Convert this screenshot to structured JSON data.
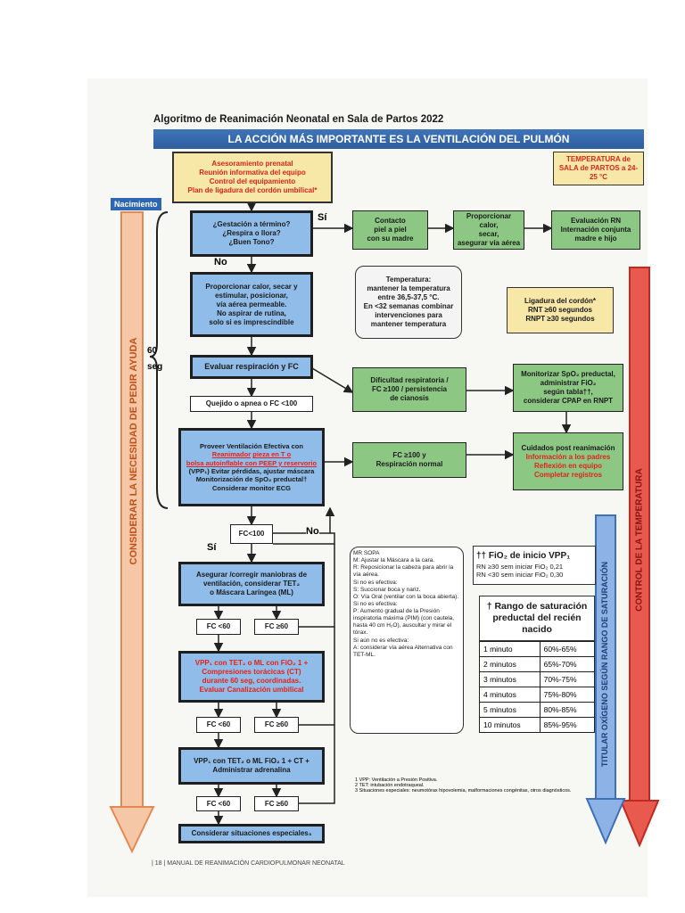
{
  "title": "Algoritmo de Reanimación Neonatal en Sala de Partos 2022",
  "banner": "LA ACCIÓN MÁS IMPORTANTE ES LA VENTILACIÓN DEL PULMÓN",
  "prenatal": [
    "Asesoramiento prenatal",
    "Reunión informativa del equipo",
    "Control del equipamiento",
    "Plan de ligadura del cordón umbilical*"
  ],
  "temp_sala": "TEMPERATURA de SALA de PARTOS a 24-25 °C",
  "nacimiento": "Nacimiento",
  "q1": "¿Gestación a término?\n¿Respira o llora?\n¿Buen Tono?",
  "si": "Sí",
  "no": "No",
  "contacto": "Contacto\npiel a piel\ncon su madre",
  "proporcionar_calor": "Proporcionar calor,\nsecar,\nasegurar vía aérea",
  "evaluacion_rn": "Evaluación RN\nInternación conjunta\nmadre e hijo",
  "step2": "Proporcionar calor, secar y\nestimular, posicionar,\nvía aérea permeable.\nNo aspirar de rutina,\nsolo si es imprescindible",
  "temperatura_box": "Temperatura:\nmantener la temperatura\nentre 36,5-37,5 °C.\nEn <32 semanas combinar\nintervenciones para\nmantener temperatura",
  "ligadura": "Ligadura del cordón*\nRNT ≥60 segundos\nRNPT ≥30 segundos",
  "sixty": "60",
  "seg": "seg",
  "evaluar": "Evaluar respiración y FC",
  "dificultad": "Dificultad respiratoria /\nFC ≥100 / persistencia\nde cianosis",
  "monitorizar": "Monitorizar SpO₂ preductal,\nadministrar FiO₂\nsegún tabla††,\nconsiderar CPAP en RNPT",
  "quejido": "Quejido o apnea o FC <100",
  "vpp_title": "Proveer Ventilación Efectiva con",
  "vpp_reanimador": "Reanimador",
  "vpp_pieza": "pieza en T o",
  "vpp_bolsa": "bolsa autoinflable con PEEP y reservorio",
  "vpp_rest": "(VPP₁) Evitar pérdidas, ajustar máscara\nMonitorización de SpO₂ preductal†\nConsiderar monitor ECG",
  "fc100_normal": "FC ≥100 y\nRespiración normal",
  "cuidados_title": "Cuidados post reanimación",
  "cuidados_red": "Información a los padres\nReflexión en equipo\nCompletar registros",
  "fc_lt100": "FC<100",
  "asegurar": "Asegurar /corregir maniobras de\nventilación, considerar TET₂\no Máscara Laríngea (ML)",
  "fc_lt60": "FC <60",
  "fc_ge60": "FC ≥60",
  "vpp_ct": "VPP₁ con TET₂ o ML con FiO₂ 1 +\nCompresiones torácicas (CT)\ndurante 60 seg, coordinadas.\nEvaluar Canalización umbilical",
  "vpp_adrenalina": "VPP₁ con TET₂ o ML FiO₂ 1 + CT +\nAdministrar adrenalina",
  "situaciones": "Considerar situaciones especiales₃",
  "mr_sopa": "MR SOPA\nM: Ajustar la Máscara a la cara.\nR: Reposicionar la cabeza para abrir la vía aérea.\nSi no es efectiva:\nS: Succionar boca y nariz.\nO: Vía Oral (ventilar con la boca abierta).\nSi no es efectiva:\nP: Aumento gradual de la Presión inspiratoria máxima (PIM) (con cautela, hasta 40 cm H₂O), auscultar y mirar el tórax.\nSi aún no es efectiva:\nA: considerar vía aérea Alternativa con TET-ML.",
  "fio2_title": "†† FiO₂ de inicio VPP₁",
  "fio2_lines": "RN ≥30 sem iniciar FiO₂ 0,21\nRN <30 sem iniciar FiO₂ 0,30",
  "sat_title": "† Rango de saturación preductal del recién nacido",
  "sat_rows": [
    [
      "1 minuto",
      "60%-65%"
    ],
    [
      "2 minutos",
      "65%-70%"
    ],
    [
      "3 minutos",
      "70%-75%"
    ],
    [
      "4 minutos",
      "75%-80%"
    ],
    [
      "5 minutos",
      "80%-85%"
    ],
    [
      "10 minutos",
      "85%-95%"
    ]
  ],
  "footnotes": "1 VPP: Ventilación a Presión Positiva.\n2 TET: intubación endotraqueal.\n3 Situaciones especiales: neumotórax hipovolemia, malformaciones congénitas, otros diagnósticos.",
  "left_arrow": "CONSIDERAR LA NECESIDAD DE PEDIR AYUDA",
  "mid_arrow": "TITULAR OXÍGENO SEGÚN RANGO DE SATURACIÓN",
  "right_arrow": "CONTROL DE LA TEMPERATURA",
  "footer": "| 18 | MANUAL DE REANIMACIÓN CARDIOPULMONAR NEONATAL",
  "colors": {
    "blue_box": "#8fbce8",
    "green_box": "#8cc784",
    "banner": "#2e5f9f",
    "red_text": "#e2231a",
    "arrow_orange": "#f0a070",
    "arrow_red": "#e03a30",
    "arrow_blue": "#6f9bd8"
  }
}
